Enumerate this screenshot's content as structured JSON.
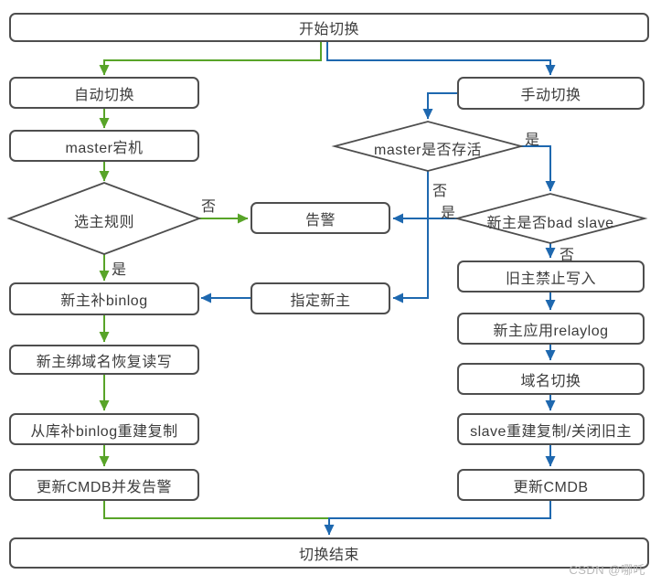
{
  "colors": {
    "auto_path_green": "#58a428",
    "manual_path_blue": "#1e68af",
    "node_border": "#4e4e4e",
    "node_text": "#3c3c3c",
    "watermark_gray": "#b9b9b9"
  },
  "nodes": {
    "start": "开始切换",
    "auto_switch": "自动切换",
    "manual_switch": "手动切换",
    "master_down": "master宕机",
    "select_rule": "选主规则",
    "alert": "告警",
    "master_alive": "master是否存活",
    "bad_slave": "新主是否bad slave",
    "assign_new_master": "指定新主",
    "new_master_binlog": "新主补binlog",
    "old_master_forbid_write": "旧主禁止写入",
    "apply_relaylog": "新主应用relaylog",
    "bind_domain_resume": "新主绑域名恢复读写",
    "domain_switch": "域名切换",
    "slave_binlog_rebuild": "从库补binlog重建复制",
    "slave_rebuild_close_old": "slave重建复制/关闭旧主",
    "update_cmdb_alert": "更新CMDB并发告警",
    "update_cmdb": "更新CMDB",
    "end": "切换结束"
  },
  "edge_labels": {
    "select_rule_no": "否",
    "select_rule_yes": "是",
    "master_alive_yes": "是",
    "master_alive_no": "否",
    "bad_slave_yes": "是",
    "bad_slave_no": "否"
  },
  "watermark": "CSDN @哪吒"
}
